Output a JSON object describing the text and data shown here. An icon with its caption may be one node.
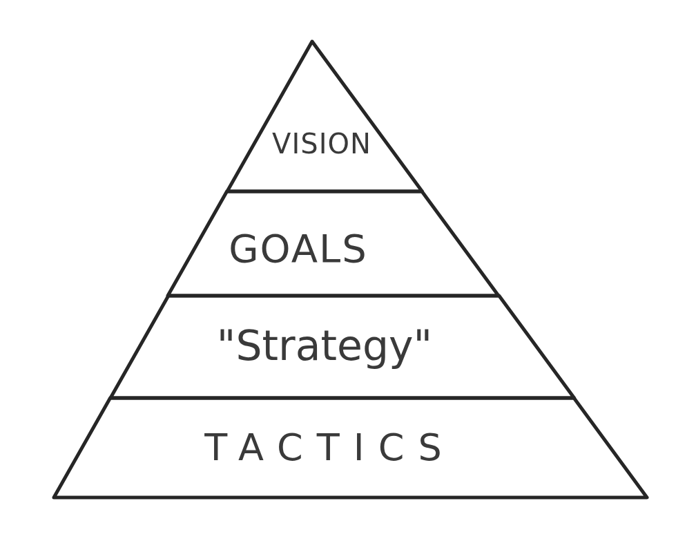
{
  "diagram": {
    "nodes": [
      {
        "text": [
          "VISION"
        ]
      },
      {
        "text": [
          "GOALS"
        ]
      },
      {
        "text": [
          "\"Strategy\""
        ]
      },
      {
        "text": [
          "TACTICS"
        ]
      }
    ]
  }
}
